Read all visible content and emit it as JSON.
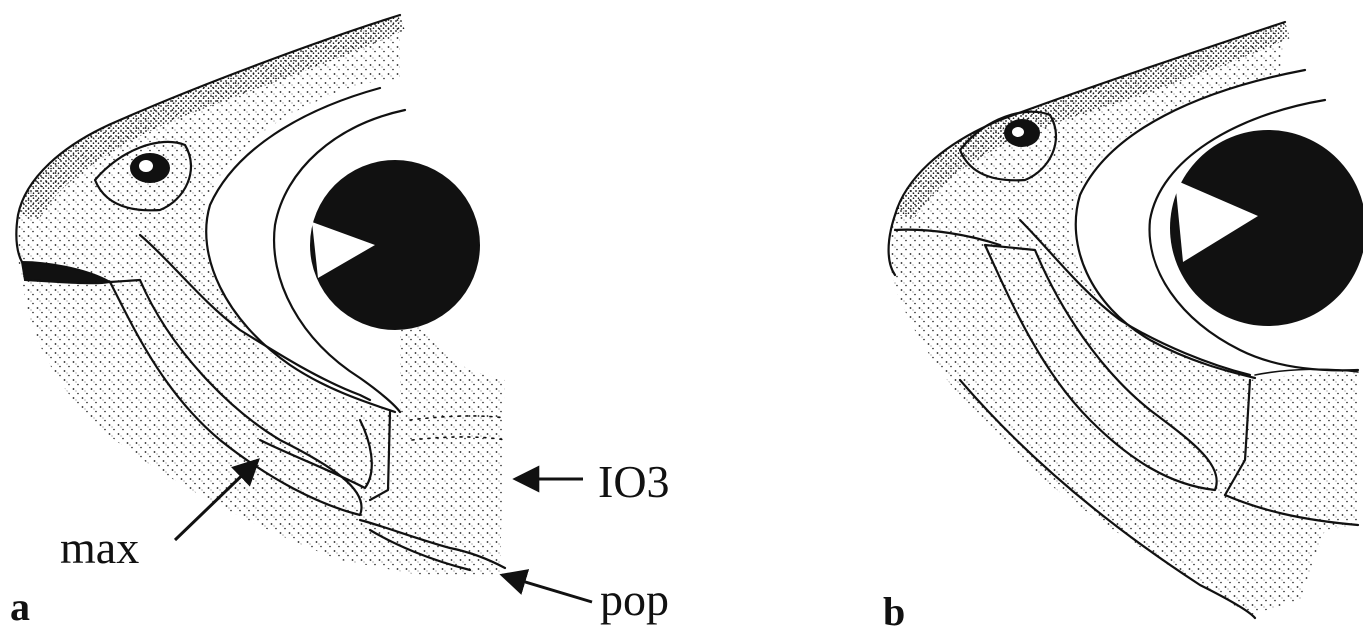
{
  "panels": [
    {
      "id": "a",
      "label": "a",
      "annotations": {
        "max": "max",
        "io3": "IO3",
        "pop": "pop"
      }
    },
    {
      "id": "b",
      "label": "b"
    }
  ],
  "colors": {
    "ink": "#111111",
    "background": "#ffffff"
  }
}
